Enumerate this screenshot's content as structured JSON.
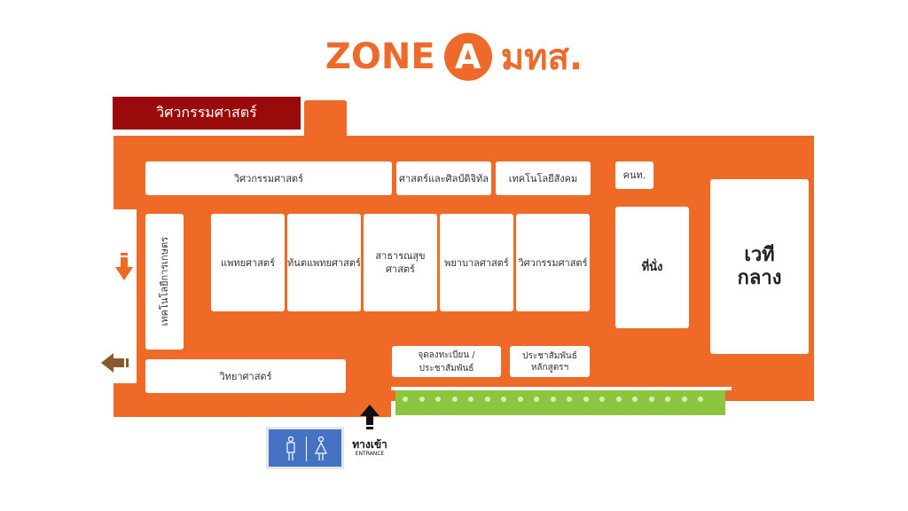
{
  "title": {
    "left": "ZONE",
    "badge": "A",
    "right": "มทส."
  },
  "tag_label": "วิศวกรรมศาสตร์",
  "rooms": {
    "eng_top": "วิศวกรรมศาสตร์",
    "digital_arts": "ศาสตร์และศิลป์ดิจิทัล",
    "social_tech": "เทคโนโลยีสังคม",
    "knbt": "คนท.",
    "agri_tech": "เทคโนโลยีการเกษตร",
    "medicine": "แพทยศาสตร์",
    "dentistry": "ทันตแพทยศาสตร์",
    "public_health": "สาธารณสุขศาสตร์",
    "nursing": "พยาบาลศาสตร์",
    "eng_mid": "วิศวกรรมศาสตร์",
    "seating": "ที่นั่ง",
    "stage_line1": "เวที",
    "stage_line2": "กลาง",
    "registration": "จุดลงทะเบียน / ประชาสัมพันธ์",
    "pr_line1": "ประชาสัมพันธ์",
    "pr_line2": "หลักสูตรฯ",
    "science": "วิทยาศาสตร์"
  },
  "entrance": {
    "th": "ทางเข้า",
    "en": "ENTRANCE"
  },
  "colors": {
    "floor": "#ef6a26",
    "tag": "#9b0a0a",
    "planter": "#8cc640",
    "restroom": "#4472c4"
  },
  "icons": {
    "exit_down": "arrow-down-icon",
    "exit_left": "arrow-left-icon",
    "entrance": "arrow-up-icon",
    "restroom_male": "male-icon",
    "restroom_female": "female-icon"
  }
}
